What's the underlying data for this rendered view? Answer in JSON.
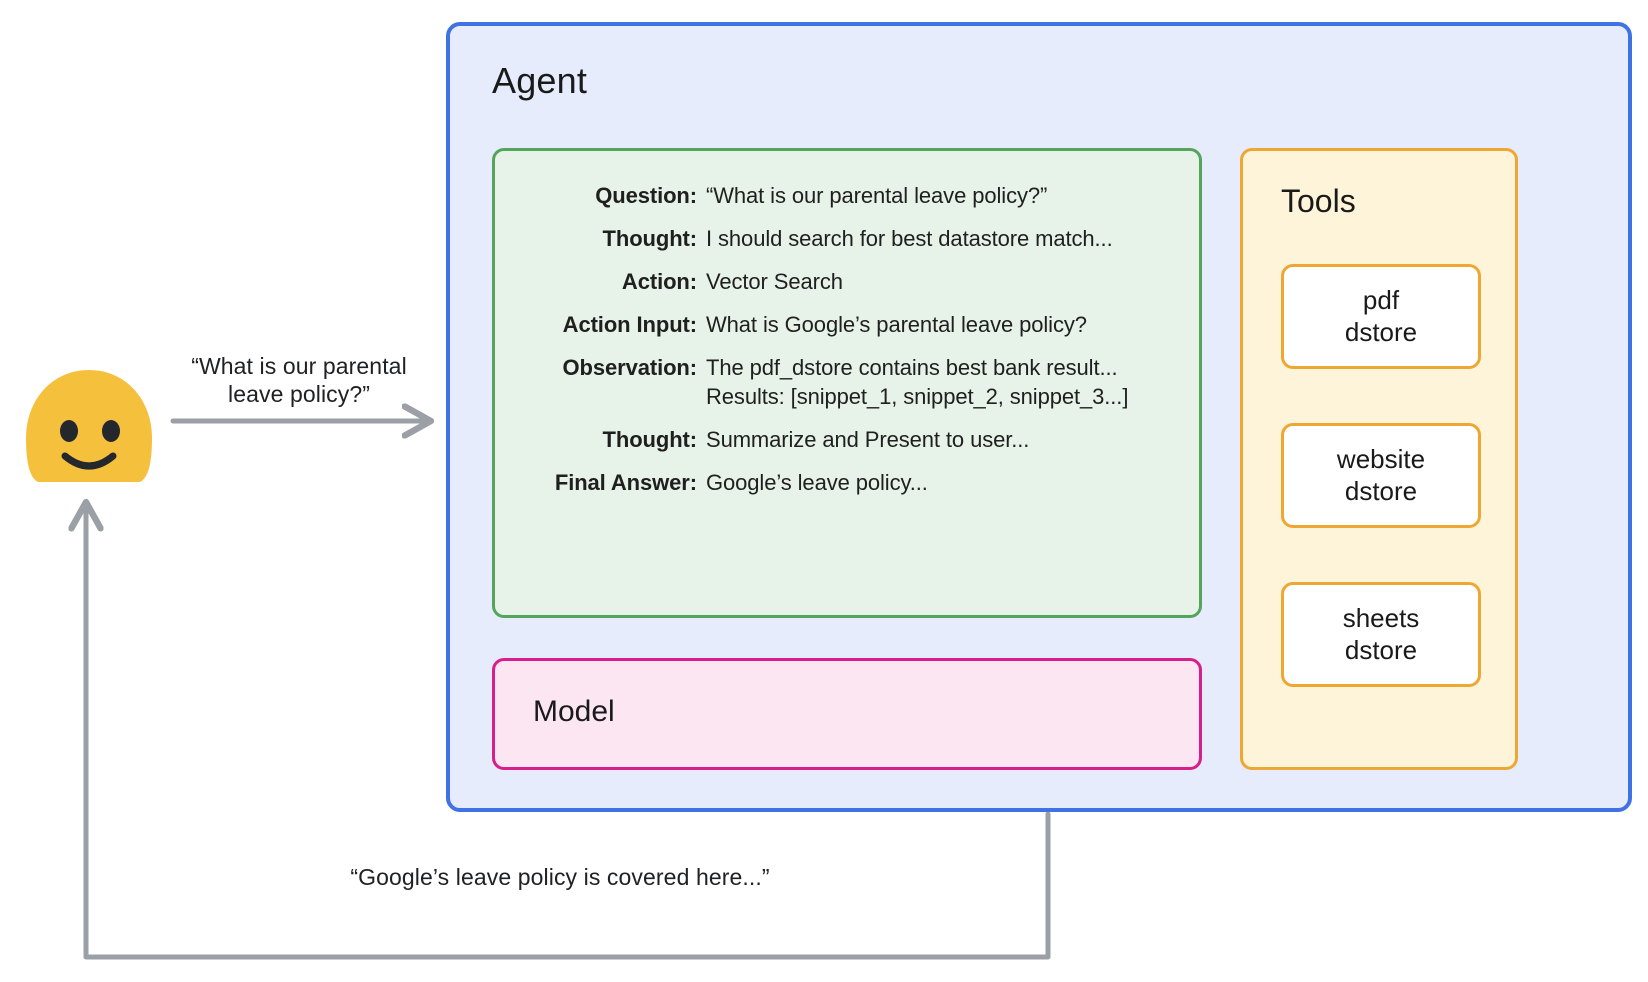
{
  "user": {
    "avatar_icon": "smiley-blob-avatar",
    "question_caption": "“What is our parental\nleave policy?”",
    "question_caption_line1": "“What is our parental",
    "question_caption_line2": "leave policy?”",
    "answer_caption": "“Google’s leave policy is covered here...”"
  },
  "agent": {
    "title": "Agent",
    "border_color": "#3f73e3",
    "fill_color": "#e6ecfb"
  },
  "trace": {
    "border_color": "#54a45c",
    "fill_color": "#e7f2e8",
    "rows": [
      {
        "label": "Question:",
        "value": "“What is our parental leave policy?”",
        "value2": ""
      },
      {
        "label": "Thought:",
        "value": "I should search for best datastore match...",
        "value2": ""
      },
      {
        "label": "Action:",
        "value": "Vector Search",
        "value2": ""
      },
      {
        "label": "Action Input:",
        "value": "What is Google’s parental leave policy?",
        "value2": ""
      },
      {
        "label": "Observation:",
        "value": "The pdf_dstore contains best bank result...",
        "value2": "Results: [snippet_1, snippet_2, snippet_3...]"
      },
      {
        "label": "Thought:",
        "value": "Summarize and Present to user...",
        "value2": ""
      },
      {
        "label": "Final Answer:",
        "value": "Google’s leave policy...",
        "value2": ""
      }
    ]
  },
  "model": {
    "title": "Model",
    "border_color": "#d81e8c",
    "fill_color": "#fbe6f1"
  },
  "tools": {
    "title": "Tools",
    "border_color": "#efa733",
    "fill_color": "#fdf4da",
    "cards": [
      {
        "line1": "pdf",
        "line2": "dstore"
      },
      {
        "line1": "website",
        "line2": "dstore"
      },
      {
        "line1": "sheets",
        "line2": "dstore"
      }
    ]
  },
  "connectors": {
    "request_arrow": "user-to-agent-arrow",
    "response_arrow": "agent-to-user-arrow",
    "trace_to_model": "dotted-connector",
    "trace_to_tools": "dotted-connector",
    "arrow_color": "#9aa0a6"
  }
}
